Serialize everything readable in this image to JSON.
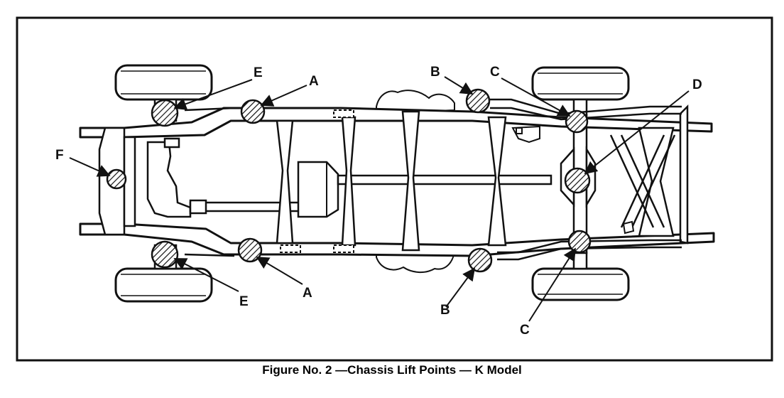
{
  "figure": {
    "caption": "Figure No. 2 —Chassis Lift Points — K Model"
  },
  "lift_points": [
    {
      "id": "lp-a-upper",
      "letter": "A"
    },
    {
      "id": "lp-a-lower",
      "letter": "A"
    },
    {
      "id": "lp-b-upper",
      "letter": "B"
    },
    {
      "id": "lp-b-lower",
      "letter": "B"
    },
    {
      "id": "lp-c-upper",
      "letter": "C"
    },
    {
      "id": "lp-c-lower",
      "letter": "C"
    },
    {
      "id": "lp-d",
      "letter": "D"
    },
    {
      "id": "lp-e-upper",
      "letter": "E"
    },
    {
      "id": "lp-e-lower",
      "letter": "E"
    },
    {
      "id": "lp-f",
      "letter": "F"
    }
  ],
  "colors": {
    "ink": "#111111",
    "paper": "#ffffff"
  }
}
